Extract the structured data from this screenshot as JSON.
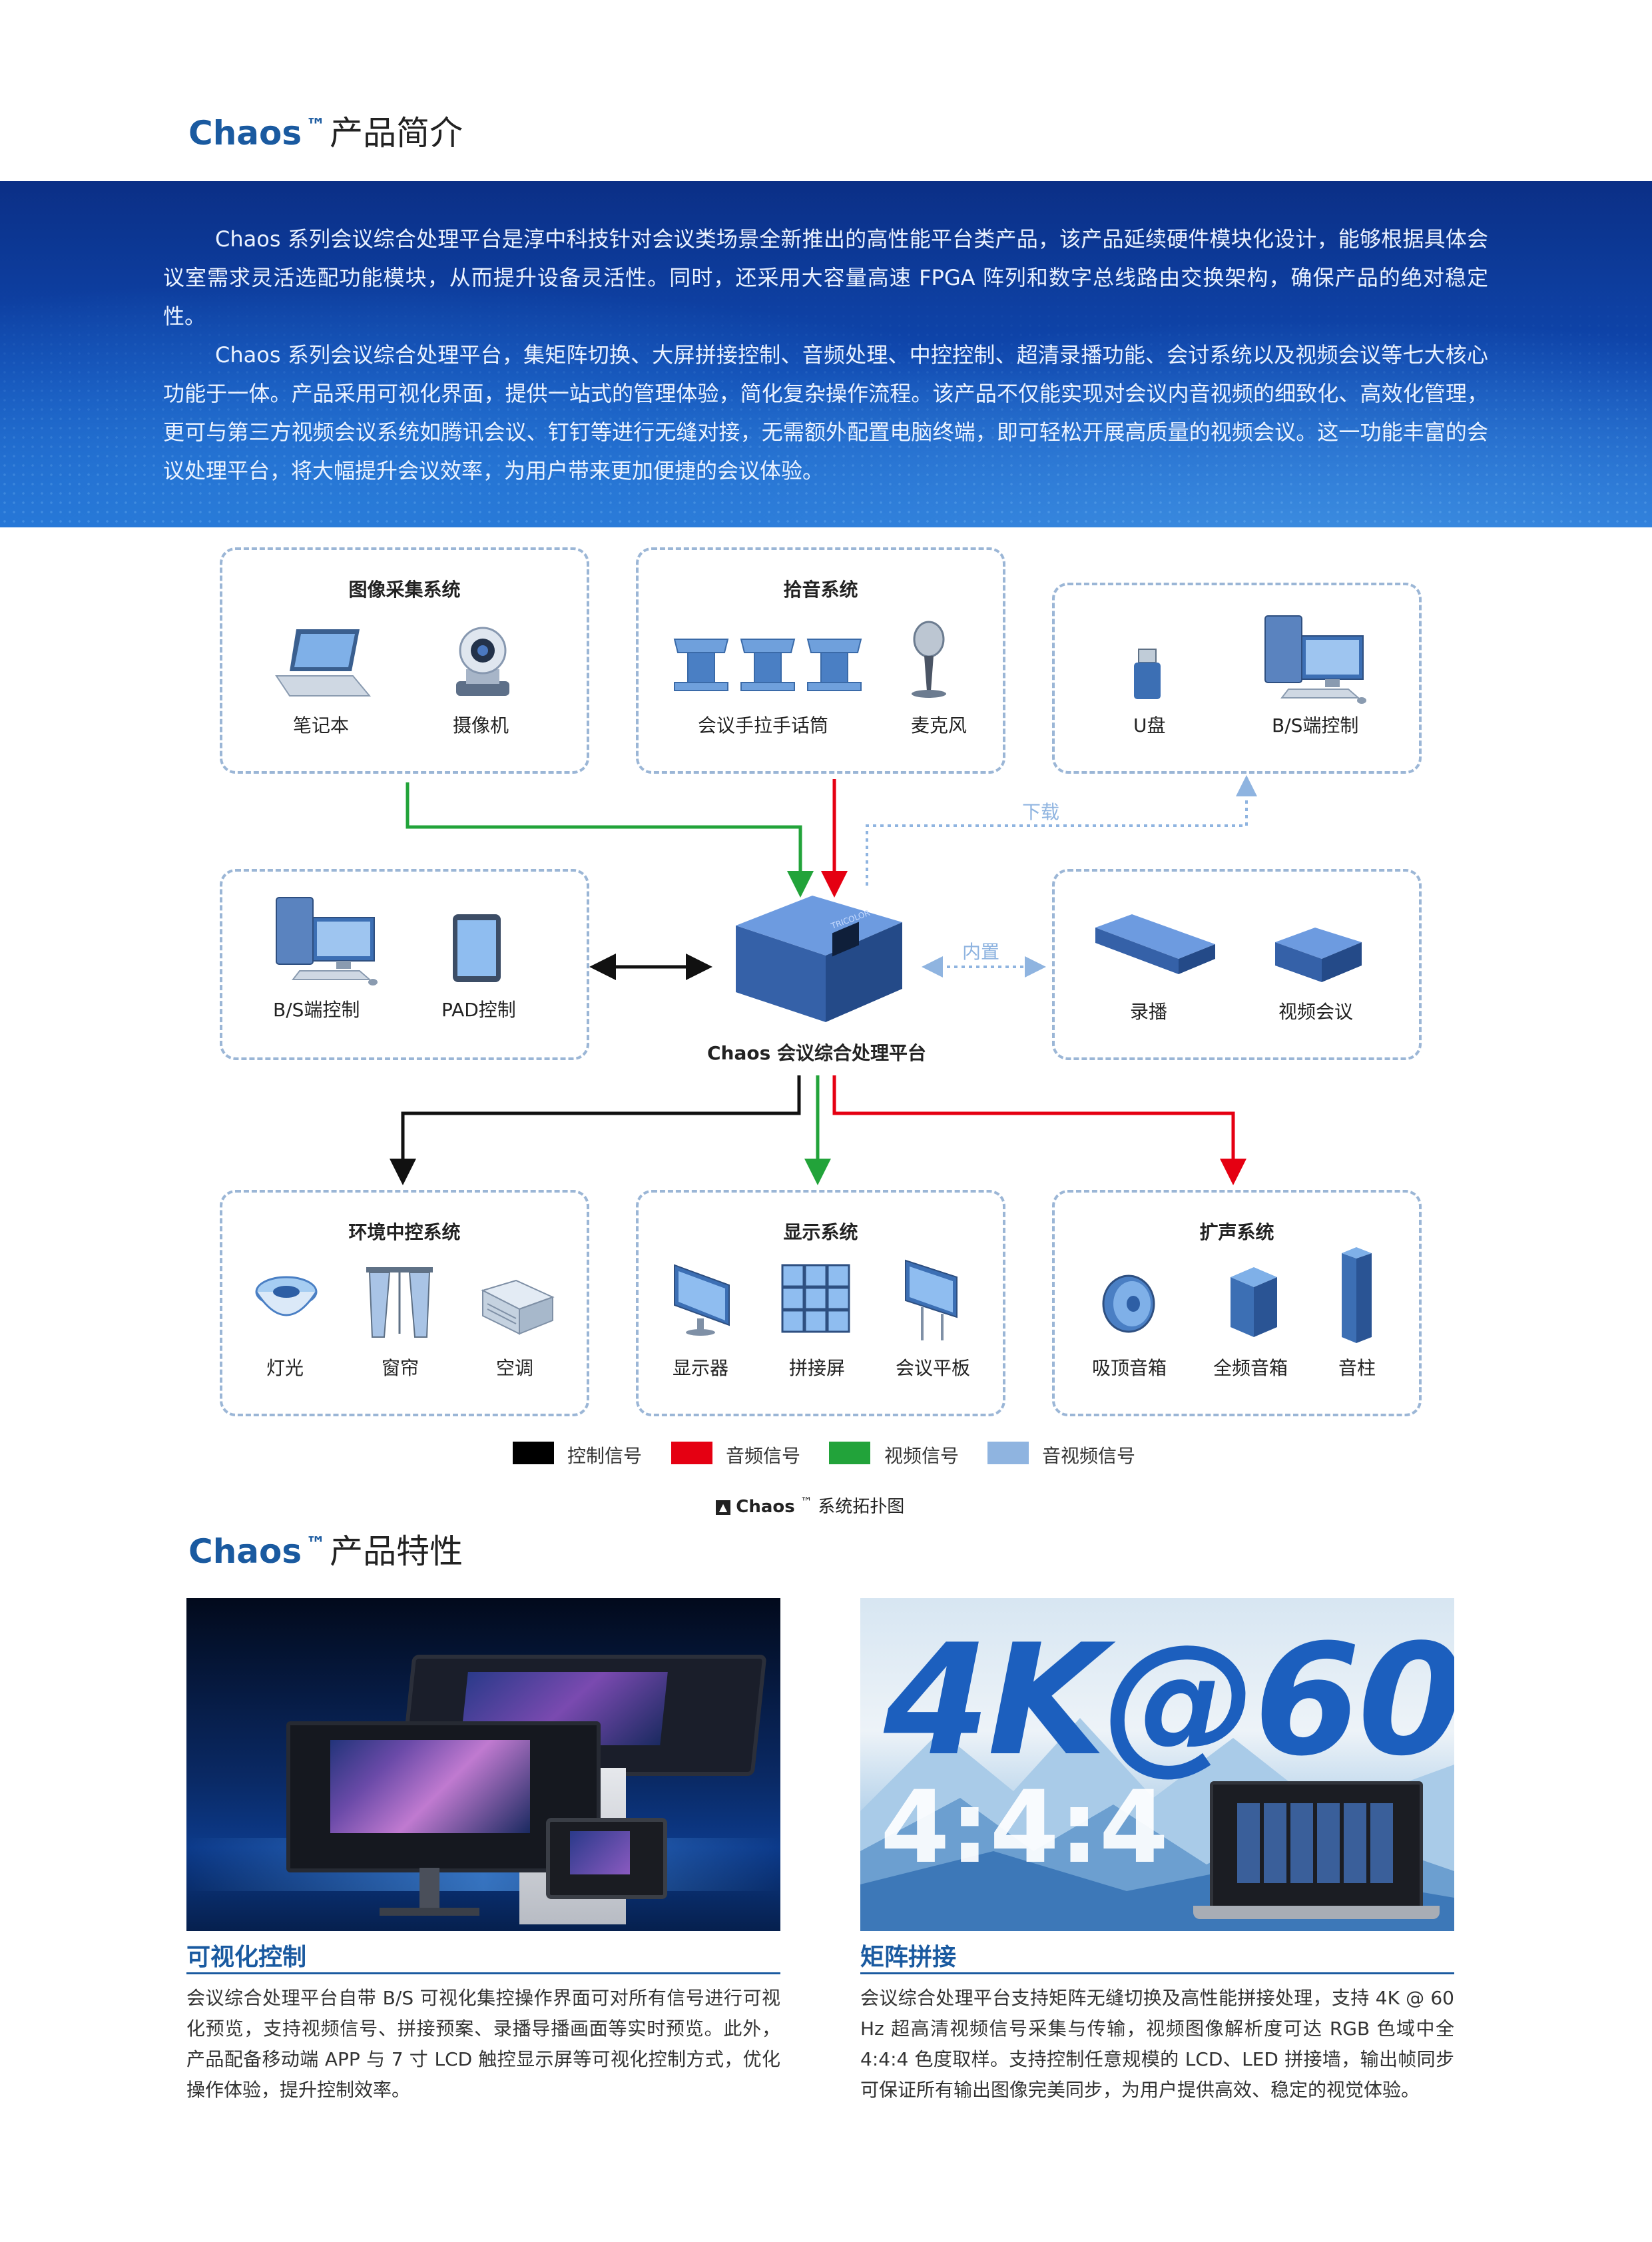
{
  "intro": {
    "title_brand": "Chaos",
    "title_tm": "™",
    "title_text": "产品简介",
    "paragraph1": "Chaos 系列会议综合处理平台是淳中科技针对会议类场景全新推出的高性能平台类产品，该产品延续硬件模块化设计，能够根据具体会议室需求灵活选配功能模块，从而提升设备灵活性。同时，还采用大容量高速 FPGA 阵列和数字总线路由交换架构，确保产品的绝对稳定性。",
    "paragraph2": "Chaos 系列会议综合处理平台，集矩阵切换、大屏拼接控制、音频处理、中控控制、超清录播功能、会讨系统以及视频会议等七大核心功能于一体。产品采用可视化界面，提供一站式的管理体验，简化复杂操作流程。该产品不仅能实现对会议内音视频的细致化、高效化管理，更可与第三方视频会议系统如腾讯会议、钉钉等进行无缝对接，无需额外配置电脑终端，即可轻松开展高质量的视频会议。这一功能丰富的会议处理平台，将大幅提升会议效率，为用户带来更加便捷的会议体验。"
  },
  "diagram": {
    "image_capture": {
      "title": "图像采集系统",
      "items": [
        "笔记本",
        "摄像机"
      ]
    },
    "pickup": {
      "title": "拾音系统",
      "items": [
        "会议手拉手话筒",
        "麦克风"
      ]
    },
    "storage": {
      "items": [
        "U盘",
        "B/S端控制"
      ]
    },
    "control": {
      "items": [
        "B/S端控制",
        "PAD控制"
      ]
    },
    "recording": {
      "items": [
        "录播",
        "视频会议"
      ]
    },
    "center_label": "Chaos 会议综合处理平台",
    "device_brand": "TRICOLOR",
    "download_label": "下载",
    "builtin_label": "内置",
    "environment": {
      "title": "环境中控系统",
      "items": [
        "灯光",
        "窗帘",
        "空调"
      ]
    },
    "display": {
      "title": "显示系统",
      "items": [
        "显示器",
        "拼接屏",
        "会议平板"
      ]
    },
    "sound": {
      "title": "扩声系统",
      "items": [
        "吸顶音箱",
        "全频音箱",
        "音柱"
      ]
    },
    "legend": [
      {
        "label": "控制信号",
        "color": "#000000"
      },
      {
        "label": "音频信号",
        "color": "#e50012"
      },
      {
        "label": "视频信号",
        "color": "#22a33a"
      },
      {
        "label": "音视频信号",
        "color": "#8fb4e0"
      }
    ],
    "caption_brand": "Chaos",
    "caption_tm": "™",
    "caption_text": "系统拓扑图"
  },
  "features": {
    "title_brand": "Chaos",
    "title_tm": "™",
    "title_text": "产品特性",
    "left": {
      "title": "可视化控制",
      "text": "会议综合处理平台自带 B/S 可视化集控操作界面可对所有信号进行可视化预览，支持视频信号、拼接预案、录播导播画面等实时预览。此外，产品配备移动端 APP 与 7 寸 LCD 触控显示屏等可视化控制方式，优化操作体验，提升控制效率。"
    },
    "right": {
      "title": "矩阵拼接",
      "text": "会议综合处理平台支持矩阵无缝切换及高性能拼接处理，支持 4K @ 60 Hz 超高清视频信号采集与传输，视频图像解析度可达 RGB 色域中全 4:4:4 色度取样。支持控制任意规模的 LCD、LED 拼接墙，输出帧同步可保证所有输出图像完美同步，为用户提供高效、稳定的视觉体验。",
      "big_text": "4K@60",
      "sub_text": "4:4:4"
    }
  }
}
